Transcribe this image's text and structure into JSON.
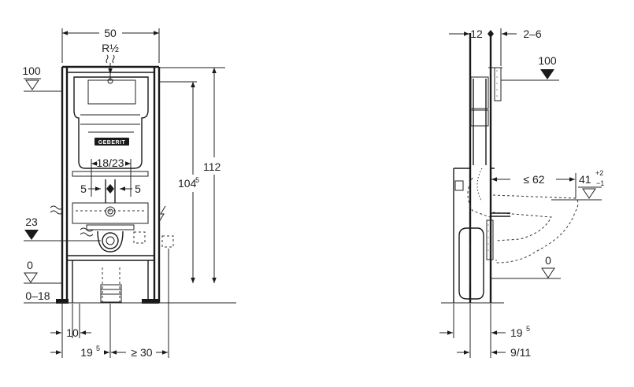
{
  "front_view": {
    "width_label": "50",
    "pipe_label": "R½",
    "top_level_label": "100",
    "height_112_label": "112",
    "height_104_label": "104",
    "height_104_sup": "5",
    "spacing_label": "18/23",
    "offset_left_label": "5",
    "offset_right_label": "5",
    "level_23_label": "23",
    "level_0_label": "0",
    "floor_range_label": "0–18",
    "bottom_10_label": "10",
    "bottom_19_label": "19",
    "bottom_19_sup": "5",
    "bottom_30_label": "≥ 30",
    "logo_text": "GEBERIT"
  },
  "side_view": {
    "top_12_label": "12",
    "top_26_label": "2–6",
    "level_100_label": "100",
    "le_62_label": "≤ 62",
    "h41_label": "41",
    "h41_sup_top": "+2",
    "h41_sup_bottom": "−1",
    "level_0_label": "0",
    "bottom_19_label": "19",
    "bottom_19_sup": "5",
    "bottom_911_label": "9/11"
  }
}
